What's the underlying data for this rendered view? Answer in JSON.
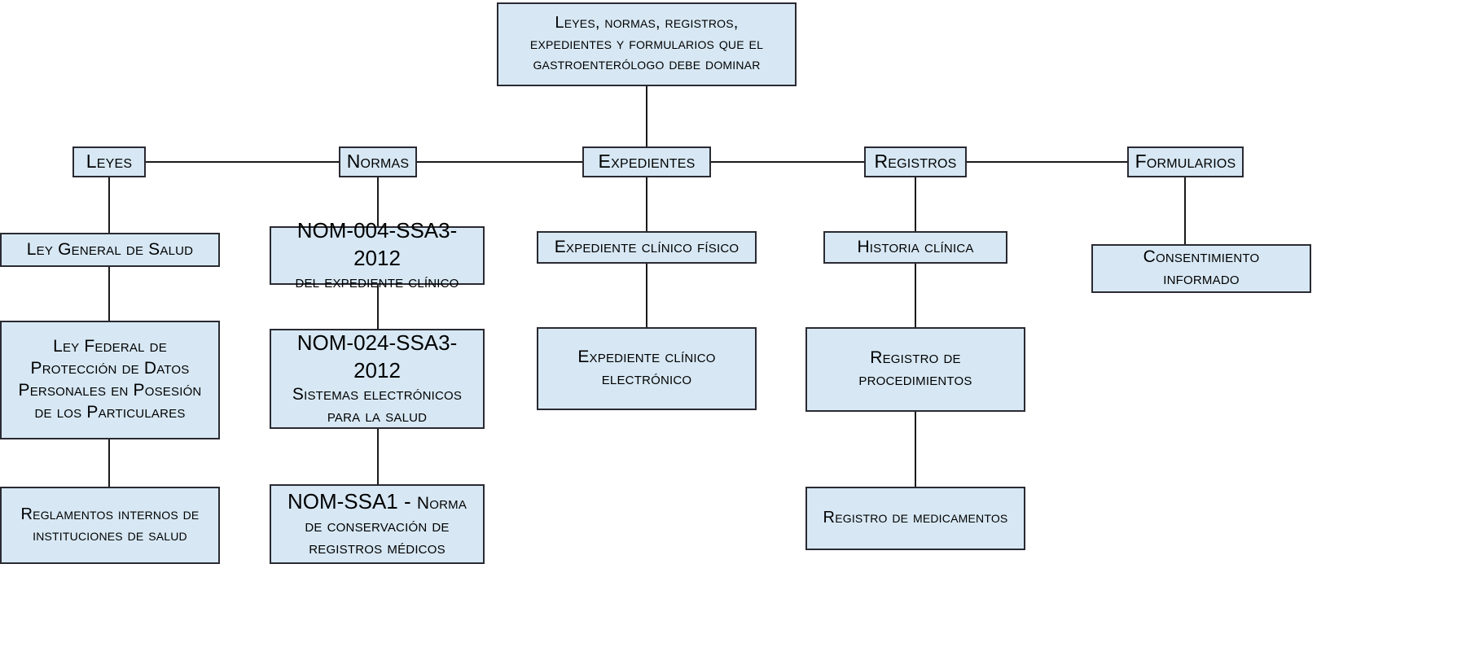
{
  "diagram": {
    "type": "hierarchy-tree",
    "title": "Leyes, normas, registros, expedientes y formularios que el gastroenterólogo debe dominar",
    "colors": {
      "node_fill": "#d7e8f4",
      "node_border": "#2a2a32",
      "edge": "#1a1a1a",
      "background": "#ffffff",
      "text": "#000000"
    },
    "root": {
      "id": "root",
      "lines": [
        "Leyes, normas, registros,",
        "expedientes y formularios que el",
        "gastroenterólogo debe dominar"
      ]
    },
    "branches": [
      {
        "id": "leyes",
        "label": "Leyes",
        "children": [
          {
            "id": "ley-general-salud",
            "lines": [
              "Ley General de Salud"
            ]
          },
          {
            "id": "ley-federal-proteccion-datos",
            "lines": [
              "Ley Federal de",
              "Protección de Datos",
              "Personales en Posesión",
              "de los Particulares"
            ]
          },
          {
            "id": "reglamentos-internos",
            "lines": [
              "Reglamentos internos de",
              "instituciones de salud"
            ]
          }
        ]
      },
      {
        "id": "normas",
        "label": "Normas",
        "children": [
          {
            "id": "nom-004",
            "code": "NOM-004-SSA3-2012",
            "lines": [
              "del expediente clínico"
            ]
          },
          {
            "id": "nom-024",
            "code": "NOM-024-SSA3-2012",
            "lines": [
              "Sistemas electrónicos",
              "para la salud"
            ]
          },
          {
            "id": "nom-ssa1",
            "code": "NOM-SSA1 - ",
            "code_suffix": "Norma",
            "lines": [
              "de conservación de",
              "registros médicos"
            ]
          }
        ]
      },
      {
        "id": "expedientes",
        "label": "Expedientes",
        "children": [
          {
            "id": "expediente-fisico",
            "lines": [
              "Expediente clínico físico"
            ]
          },
          {
            "id": "expediente-electronico",
            "lines": [
              "Expediente clínico",
              "electrónico"
            ]
          }
        ]
      },
      {
        "id": "registros",
        "label": "Registros",
        "children": [
          {
            "id": "historia-clinica",
            "lines": [
              "Historia clínica"
            ]
          },
          {
            "id": "registro-procedimientos",
            "lines": [
              "Registro de",
              "procedimientos"
            ]
          },
          {
            "id": "registro-medicamentos",
            "lines": [
              "Registro de medicamentos"
            ]
          }
        ]
      },
      {
        "id": "formularios",
        "label": "Formularios",
        "children": [
          {
            "id": "consentimiento-informado",
            "lines": [
              "Consentimiento",
              "informado"
            ]
          }
        ]
      }
    ]
  }
}
